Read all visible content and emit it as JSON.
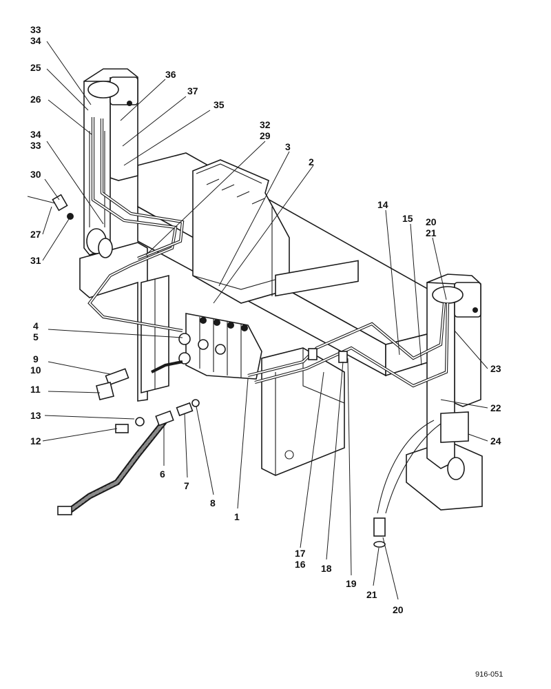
{
  "diagram": {
    "reference": "916-051",
    "callouts": [
      {
        "id": "c33a",
        "text": "33"
      },
      {
        "id": "c34a",
        "text": "34"
      },
      {
        "id": "c25",
        "text": "25"
      },
      {
        "id": "c26",
        "text": "26"
      },
      {
        "id": "c36",
        "text": "36"
      },
      {
        "id": "c37",
        "text": "37"
      },
      {
        "id": "c35",
        "text": "35"
      },
      {
        "id": "c32",
        "text": "32"
      },
      {
        "id": "c29",
        "text": "29"
      },
      {
        "id": "c3",
        "text": "3"
      },
      {
        "id": "c2",
        "text": "2"
      },
      {
        "id": "c34b",
        "text": "34"
      },
      {
        "id": "c33b",
        "text": "33"
      },
      {
        "id": "c30",
        "text": "30"
      },
      {
        "id": "c27",
        "text": "27"
      },
      {
        "id": "c31",
        "text": "31"
      },
      {
        "id": "c14",
        "text": "14"
      },
      {
        "id": "c15",
        "text": "15"
      },
      {
        "id": "c20a",
        "text": "20"
      },
      {
        "id": "c21a",
        "text": "21"
      },
      {
        "id": "c4",
        "text": "4"
      },
      {
        "id": "c5",
        "text": "5"
      },
      {
        "id": "c23",
        "text": "23"
      },
      {
        "id": "c9",
        "text": "9"
      },
      {
        "id": "c10",
        "text": "10"
      },
      {
        "id": "c11",
        "text": "11"
      },
      {
        "id": "c22",
        "text": "22"
      },
      {
        "id": "c13",
        "text": "13"
      },
      {
        "id": "c24",
        "text": "24"
      },
      {
        "id": "c12",
        "text": "12"
      },
      {
        "id": "c6",
        "text": "6"
      },
      {
        "id": "c7",
        "text": "7"
      },
      {
        "id": "c8",
        "text": "8"
      },
      {
        "id": "c1",
        "text": "1"
      },
      {
        "id": "c17",
        "text": "17"
      },
      {
        "id": "c16",
        "text": "16"
      },
      {
        "id": "c18",
        "text": "18"
      },
      {
        "id": "c19",
        "text": "19"
      },
      {
        "id": "c21b",
        "text": "21"
      },
      {
        "id": "c20b",
        "text": "20"
      }
    ]
  }
}
